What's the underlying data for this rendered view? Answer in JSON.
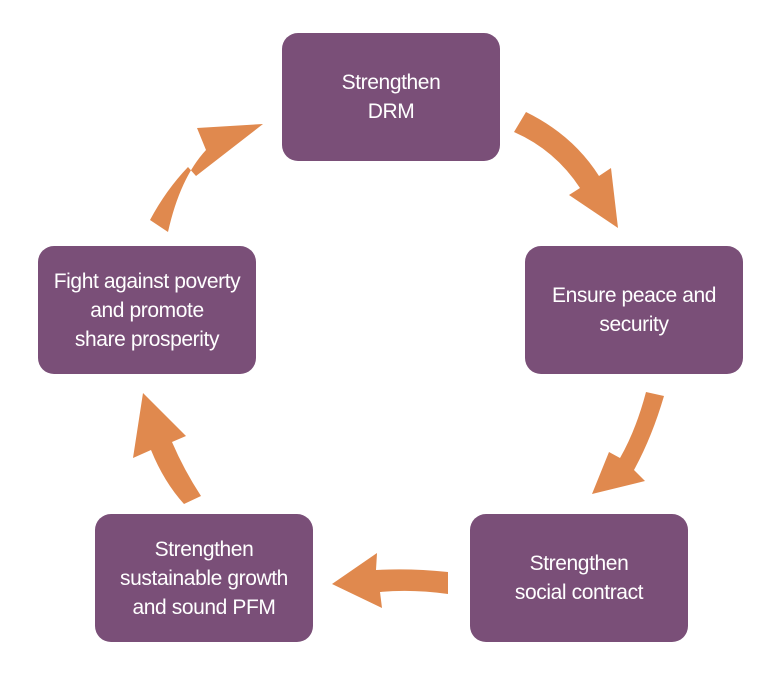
{
  "colors": {
    "node_fill": "#7a4f78",
    "node_text": "#ffffff",
    "arrow": "#e0894e"
  },
  "cycle": {
    "nodes": [
      {
        "label": "Strengthen\nDRM"
      },
      {
        "label": "Ensure peace and\nsecurity"
      },
      {
        "label": "Strengthen\nsocial contract"
      },
      {
        "label": "Strengthen\nsustainable growth\nand sound PFM"
      },
      {
        "label": "Fight against poverty\nand promote\nshare prosperity"
      }
    ]
  }
}
